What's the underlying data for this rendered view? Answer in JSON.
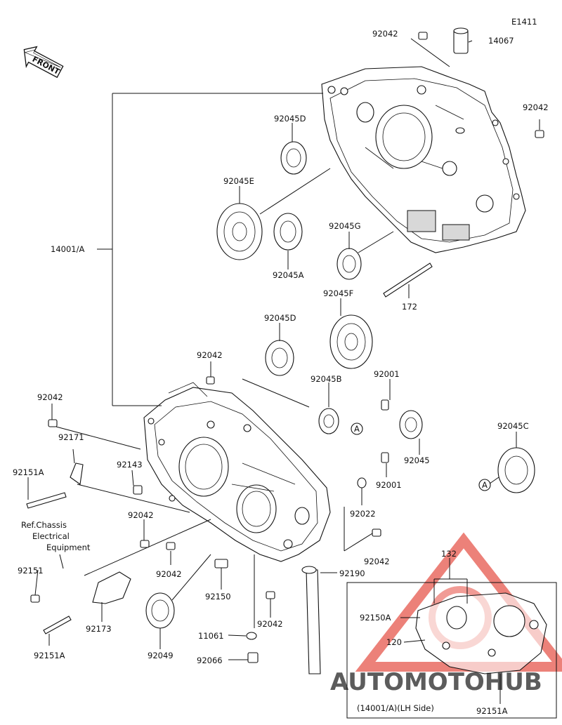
{
  "diagram_code": "E1411",
  "front_label": "FRONT",
  "ref_note": [
    "Ref.Chassis",
    "Electrical",
    "Equipment"
  ],
  "inset_caption": "(14001/A)(LH Side)",
  "ref_markers": {
    "a1": "A",
    "a2": "A"
  },
  "part_labels": {
    "p92042_top": "92042",
    "p14067": "14067",
    "p92042_right": "92042",
    "p92045D_top": "92045D",
    "p92045E": "92045E",
    "p92045G": "92045G",
    "p14001A": "14001/A",
    "p92045A": "92045A",
    "p172": "172",
    "p92045F": "92045F",
    "p92045D_mid": "92045D",
    "p92042_mid": "92042",
    "p92045B": "92045B",
    "p92001_top": "92001",
    "p92042_left": "92042",
    "p92045C": "92045C",
    "p92171": "92171",
    "p92151A_top": "92151A",
    "p92143": "92143",
    "p92045": "92045",
    "p92001_mid": "92001",
    "p92042_low": "92042",
    "p92022": "92022",
    "p92151": "92151",
    "p92042_center": "92042",
    "p92042_lowright": "92042",
    "p92190": "92190",
    "p92150": "92150",
    "p92173": "92173",
    "p92151A_bottom": "92151A",
    "p11061": "11061",
    "p92042_bottom": "92042",
    "p92049": "92049",
    "p92066": "92066",
    "p132": "132",
    "p92150A": "92150A",
    "p120": "120",
    "p92151A_inset": "92151A"
  },
  "watermark": {
    "text": "AUTOMOTOHUB",
    "color_primary": "#e23a2e",
    "color_secondary": "#f2b13c"
  }
}
